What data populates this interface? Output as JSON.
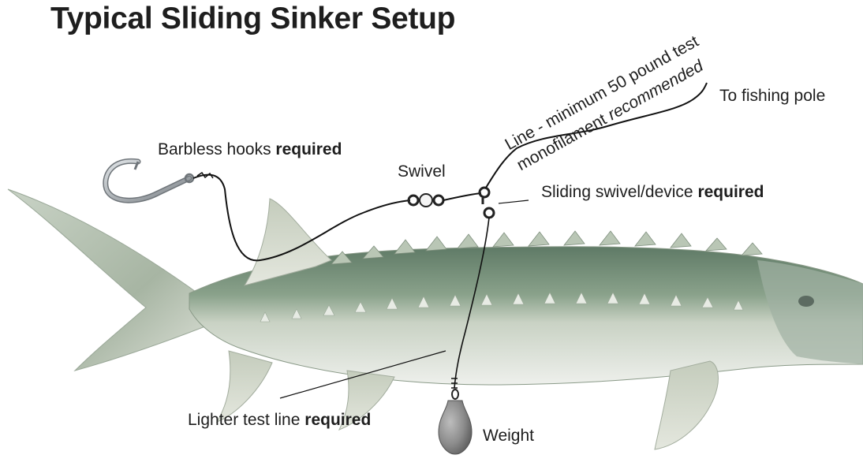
{
  "title": "Typical Sliding Sinker Setup",
  "labels": {
    "barbless_prefix": "Barbless hooks ",
    "barbless_bold": "required",
    "swivel": "Swivel",
    "sliding_prefix": "Sliding swivel/device ",
    "sliding_bold": "required",
    "to_pole": "To fishing pole",
    "line_1": "Line - minimum 50 pound test",
    "line_2_prefix": "monofilament ",
    "line_2_italic": "recommended",
    "lighter_prefix": "Lighter test line ",
    "lighter_bold": "required",
    "weight": "Weight"
  },
  "colors": {
    "text": "#1e1e1e",
    "fish_back": "#6f8b76",
    "fish_belly": "#e9ece8",
    "fish_fin": "#d6dccf",
    "line": "#111111",
    "hook": "#8a8f93",
    "weight": "#8e8e8e"
  }
}
